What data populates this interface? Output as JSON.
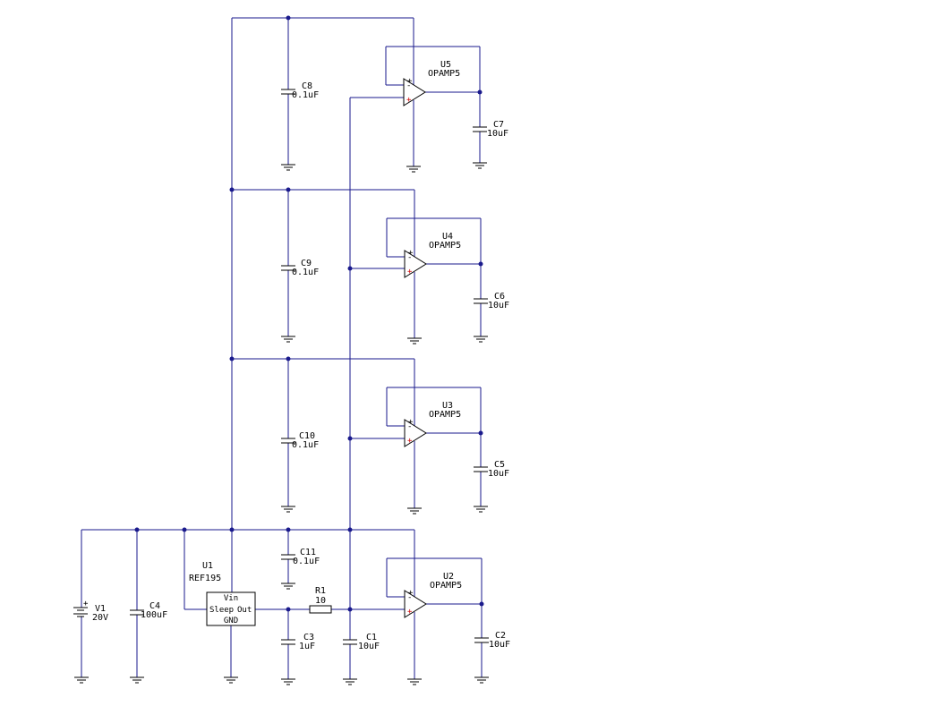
{
  "colors": {
    "wire": "#1a1a8c",
    "part": "#000000",
    "plus": "#cc0000",
    "minus": "#000000",
    "background": "#ffffff"
  },
  "components": {
    "v1": {
      "ref": "V1",
      "value": "20V"
    },
    "c4": {
      "ref": "C4",
      "value": "100uF"
    },
    "u1": {
      "ref": "U1",
      "part": "REF195",
      "pin_vin": "Vin",
      "pin_sleep": "Sleep",
      "pin_out": "Out",
      "pin_gnd": "GND"
    },
    "c11": {
      "ref": "C11",
      "value": "0.1uF"
    },
    "c3": {
      "ref": "C3",
      "value": "1uF"
    },
    "r1": {
      "ref": "R1",
      "value": "10"
    },
    "c1": {
      "ref": "C1",
      "value": "10uF"
    },
    "u2": {
      "ref": "U2",
      "part": "OPAMP5"
    },
    "c2": {
      "ref": "C2",
      "value": "10uF"
    },
    "c10": {
      "ref": "C10",
      "value": "0.1uF"
    },
    "u3": {
      "ref": "U3",
      "part": "OPAMP5"
    },
    "c5": {
      "ref": "C5",
      "value": "10uF"
    },
    "c9": {
      "ref": "C9",
      "value": "0.1uF"
    },
    "u4": {
      "ref": "U4",
      "part": "OPAMP5"
    },
    "c6": {
      "ref": "C6",
      "value": "10uF"
    },
    "c8": {
      "ref": "C8",
      "value": "0.1uF"
    },
    "u5": {
      "ref": "U5",
      "part": "OPAMP5"
    },
    "c7": {
      "ref": "C7",
      "value": "10uF"
    }
  }
}
